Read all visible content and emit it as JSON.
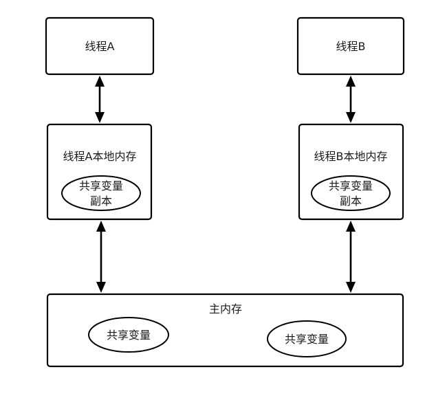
{
  "thread_a": {
    "label": "线程A",
    "local_memory_label": "线程A本地内存",
    "copy_label_line1": "共享变量",
    "copy_label_line2": "副本"
  },
  "thread_b": {
    "label": "线程B",
    "local_memory_label": "线程B本地内存",
    "copy_label_line1": "共享变量",
    "copy_label_line2": "副本"
  },
  "main_memory": {
    "label": "主内存",
    "shared_var_left": "共享变量",
    "shared_var_right": "共享变量"
  }
}
